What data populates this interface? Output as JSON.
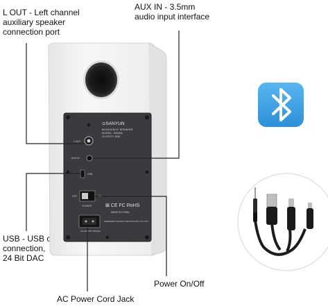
{
  "labels": {
    "l_out": [
      "L OUT -  Left channel",
      "auxiliary speaker",
      "connection port"
    ],
    "aux_in": [
      "AUX IN  -  3.5mm",
      "audio input interface"
    ],
    "usb": [
      "USB - USB cable",
      "connection,",
      "24 Bit DAC"
    ],
    "power": "Power On/Off",
    "ac": "AC Power Cord Jack"
  },
  "panel": {
    "brand": "⊙SANYUN",
    "model_lines": [
      "BOOKSHELF SPEAKER",
      "MODEL: SW208",
      "OUTPUT: 30W"
    ],
    "port_l_out": "L OUT",
    "port_aux": "AUX IN",
    "port_usb": "USB",
    "switch_off": "OFF",
    "switch_on": "ON",
    "switch_label": "POWER",
    "cert": "⊠ CE FC RoHS",
    "made_in": "MADE IN CHINA",
    "maker": "SHENZHEN SUNWIN TECHNOLOGY CO.,LTD",
    "ac_rating": "AC100-240V 50/60Hz"
  },
  "icons": {
    "bluetooth": "bluetooth-icon",
    "cable": "usb-cable-icon"
  },
  "colors": {
    "bluetooth_bg": "#3fa3e6",
    "speaker_body": "#f4f4f4",
    "panel": "#3a3b3e"
  }
}
